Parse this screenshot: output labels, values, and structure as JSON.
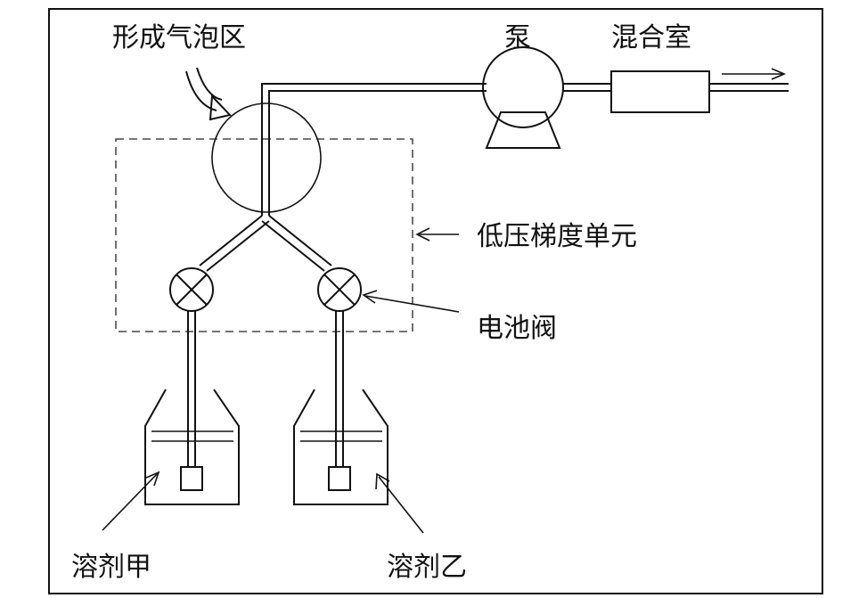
{
  "labels": {
    "bubble_zone": "形成气泡区",
    "pump": "泵",
    "mixing_chamber": "混合室",
    "low_pressure_gradient_unit": "低压梯度单元",
    "solenoid_valve": "电池阀",
    "solvent_a": "溶剂甲",
    "solvent_b": "溶剂乙"
  }
}
